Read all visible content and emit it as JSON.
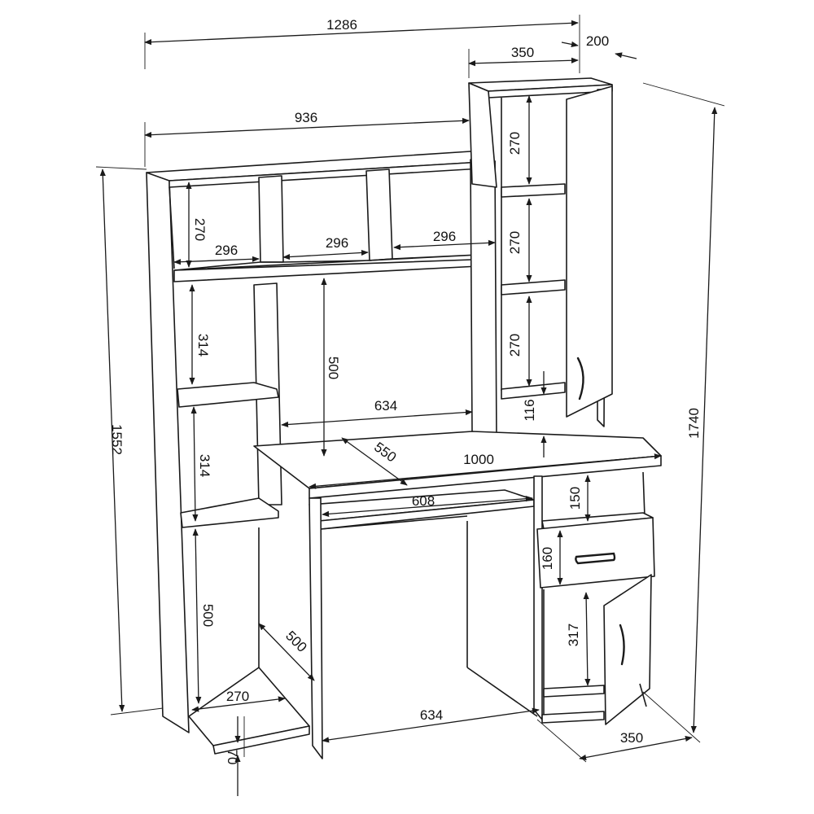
{
  "colors": {
    "line": "#1a1a1a",
    "background": "#ffffff",
    "text": "#111111"
  },
  "dimensions": {
    "overall_width": "1286",
    "tower_depth": "200",
    "tower_width": "350",
    "hutch_width": "936",
    "overall_height": "1740",
    "left_height": "1552",
    "cubby_height": "270",
    "cubby_width_1": "296",
    "cubby_width_2": "296",
    "cubby_width_3": "296",
    "tower_shelf_1": "270",
    "tower_shelf_2": "270",
    "tower_shelf_3": "270",
    "left_shelf_1": "314",
    "left_shelf_2": "314",
    "knee_height_upper": "500",
    "knee_height_lower": "500",
    "inner_width_top": "634",
    "inner_width_bottom": "634",
    "gap_116": "116",
    "desk_depth": "550",
    "desk_width": "1000",
    "keyboard_tray": "608",
    "niche_height": "150",
    "drawer_height": "160",
    "cabinet_height": "317",
    "bottom_shelf_width": "270",
    "bottom_shelf_depth": "500",
    "plinth": "70",
    "pedestal_depth": "350"
  }
}
